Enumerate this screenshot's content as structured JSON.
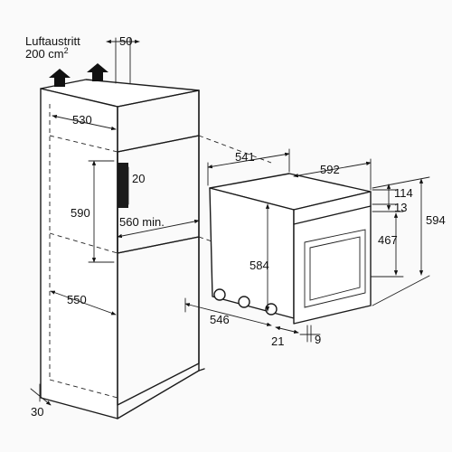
{
  "airflow": {
    "label_line1": "Luftaustritt",
    "label_line2": "200 cm",
    "label_sup": "2"
  },
  "dimensions": {
    "top_gap": "50",
    "cabinet_depth_upper": "530",
    "niche_depth": "541",
    "oven_width": "592",
    "vent_height": "20",
    "niche_height": "590",
    "niche_width_min": "560 min.",
    "cabinet_depth_lower": "550",
    "oven_panel_height": "114",
    "front_offset": "13",
    "oven_total_height": "594",
    "door_height": "467",
    "body_height": "584",
    "body_depth": "546",
    "door_thickness": "21",
    "foot_offset": "9",
    "plinth": "30"
  }
}
